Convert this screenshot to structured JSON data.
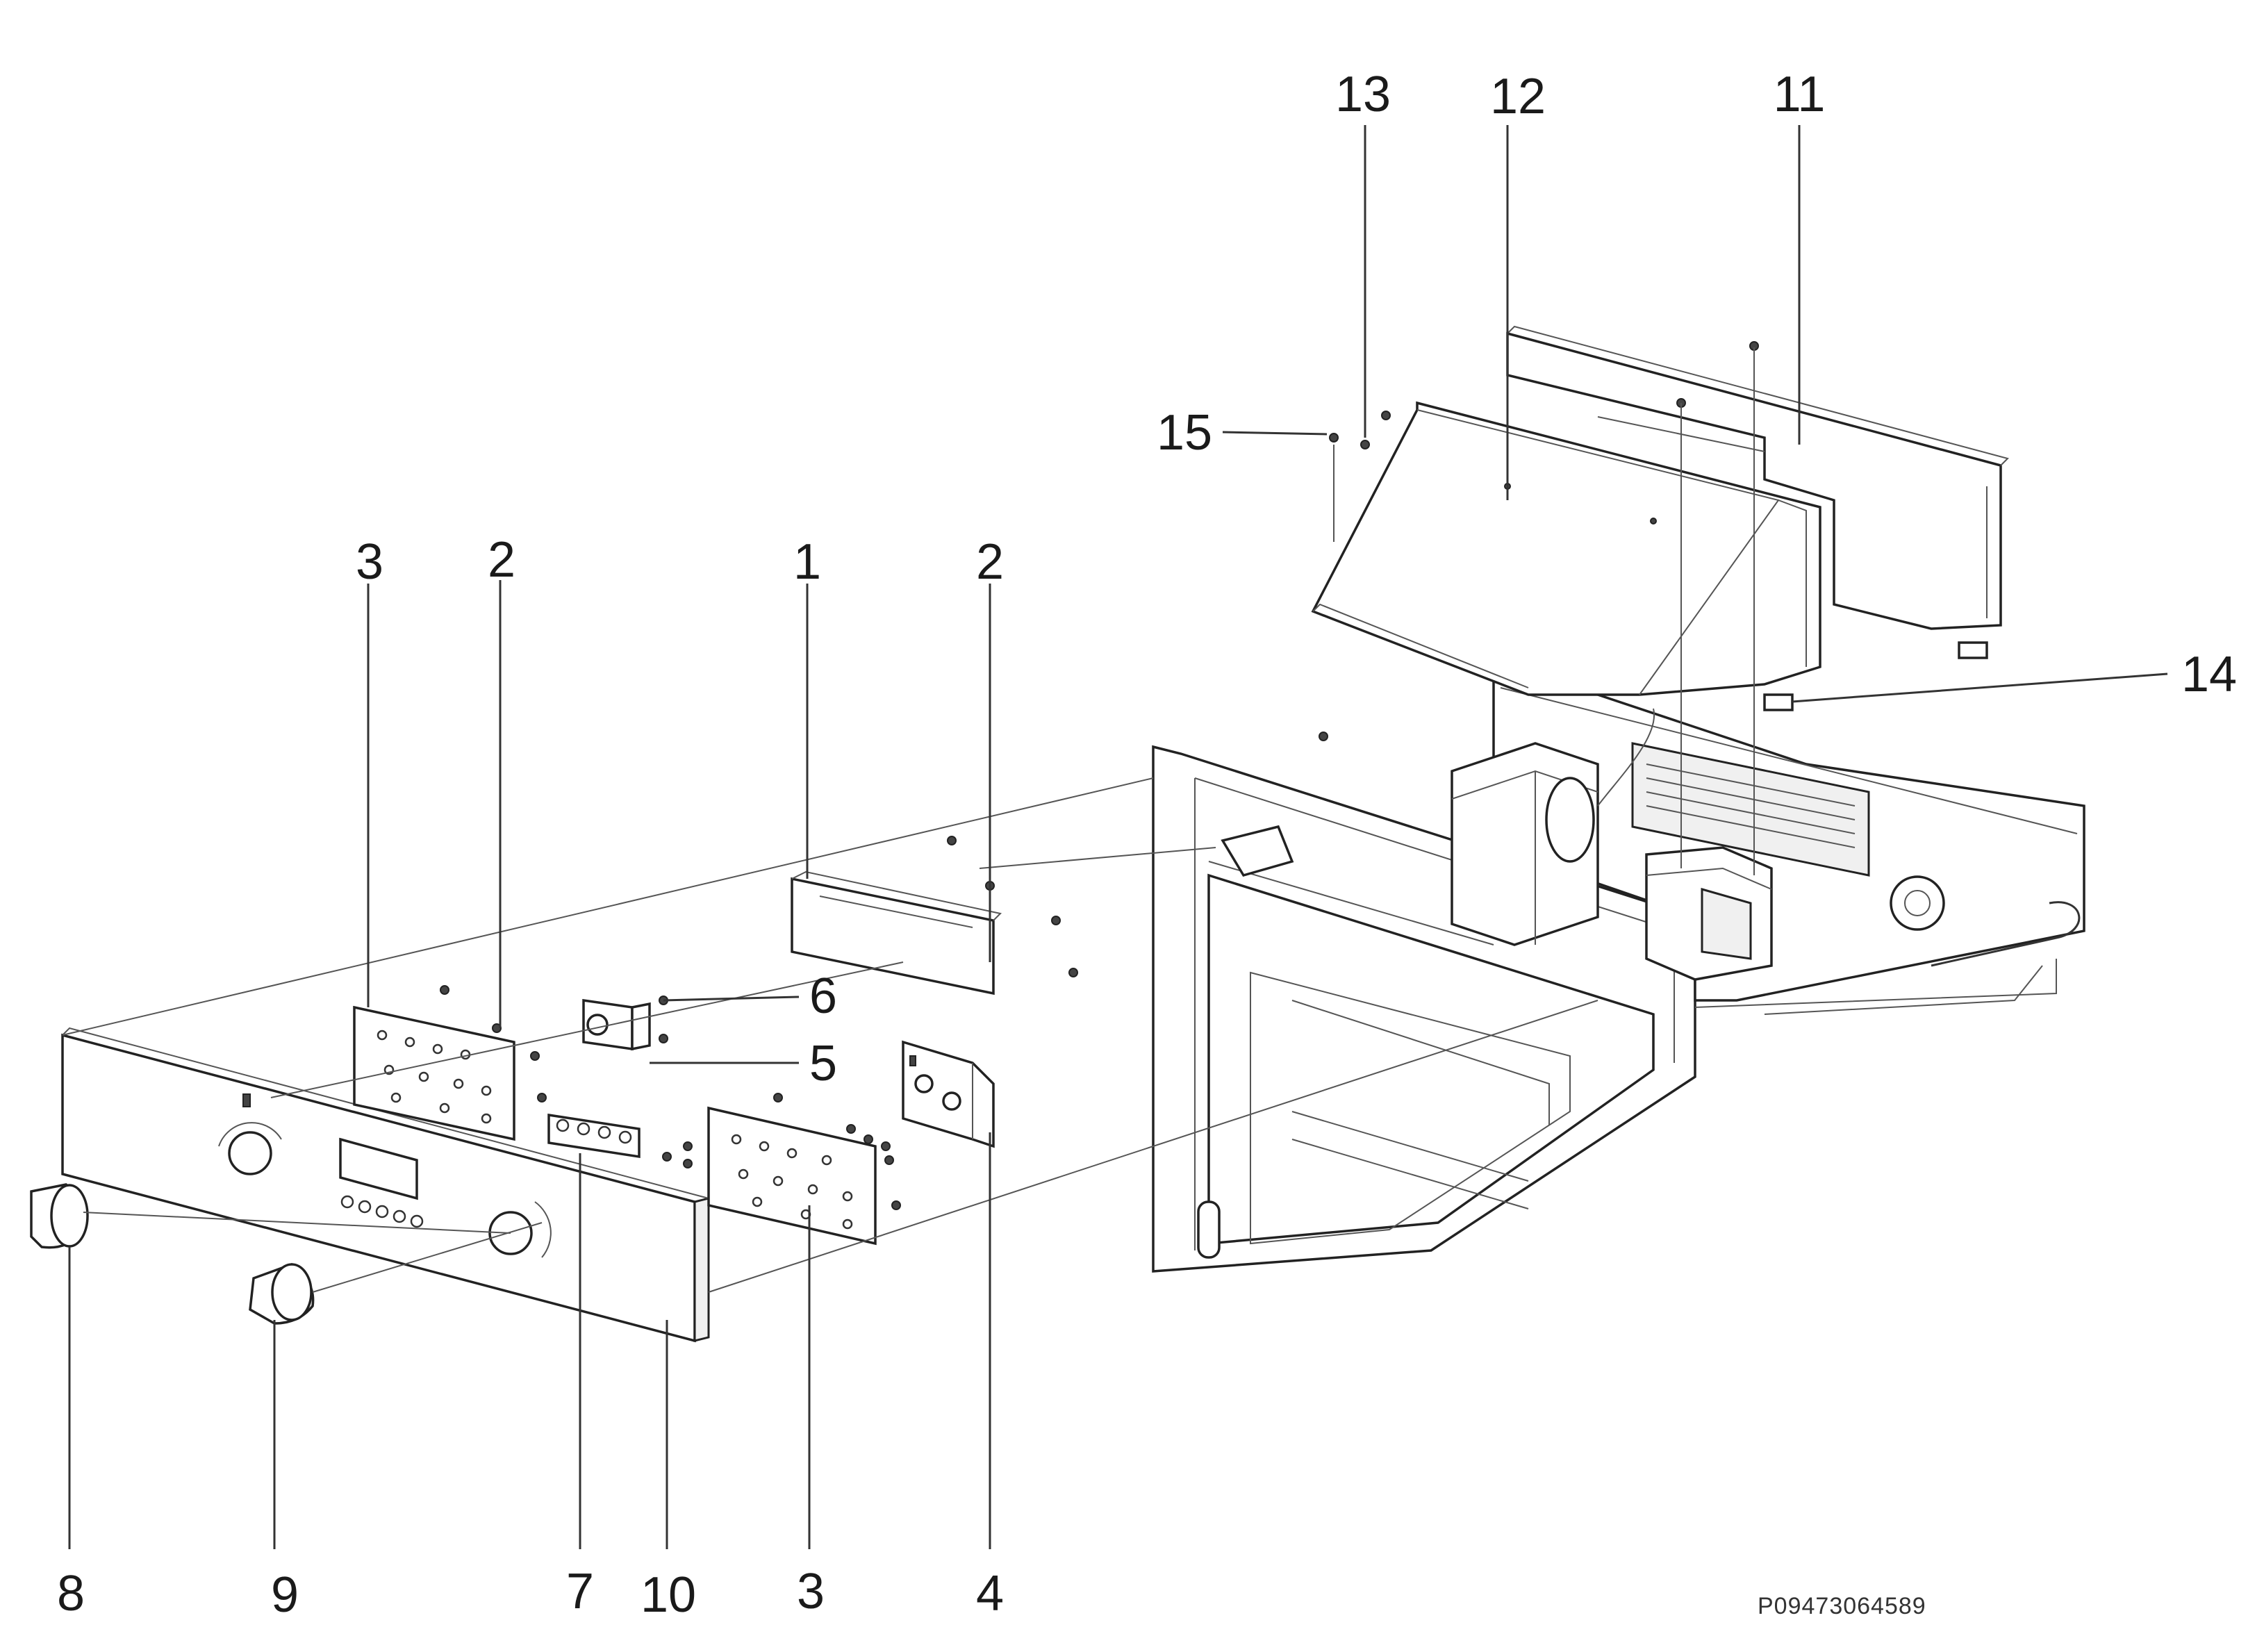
{
  "callouts": [
    {
      "id": "1",
      "label": "1"
    },
    {
      "id": "2a",
      "label": "2"
    },
    {
      "id": "2b",
      "label": "2"
    },
    {
      "id": "3a",
      "label": "3"
    },
    {
      "id": "3b",
      "label": "3"
    },
    {
      "id": "4",
      "label": "4"
    },
    {
      "id": "5",
      "label": "5"
    },
    {
      "id": "6",
      "label": "6"
    },
    {
      "id": "7",
      "label": "7"
    },
    {
      "id": "8",
      "label": "8"
    },
    {
      "id": "9",
      "label": "9"
    },
    {
      "id": "10",
      "label": "10"
    },
    {
      "id": "11",
      "label": "11"
    },
    {
      "id": "12",
      "label": "12"
    },
    {
      "id": "13",
      "label": "13"
    },
    {
      "id": "14",
      "label": "14"
    },
    {
      "id": "15",
      "label": "15"
    }
  ],
  "document_id": "P09473064589"
}
